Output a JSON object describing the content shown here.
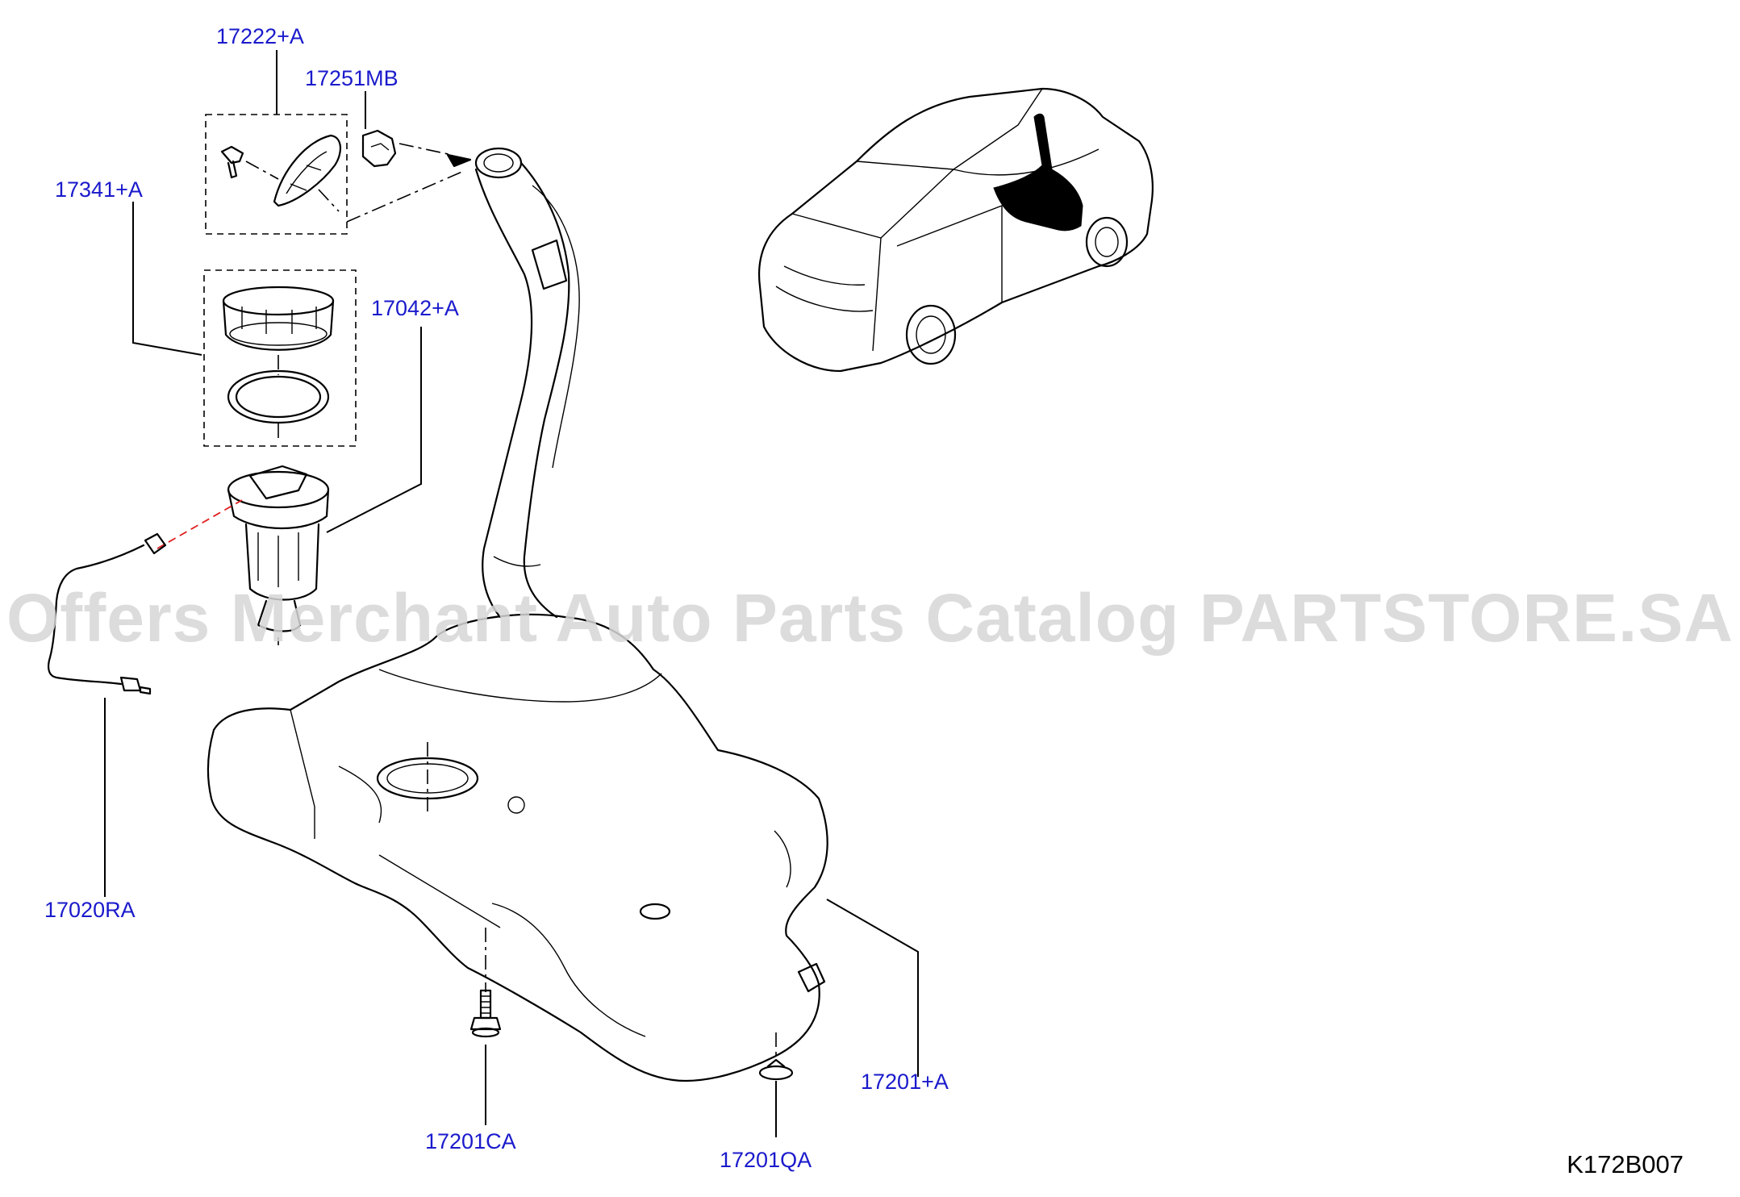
{
  "parts": [
    {
      "id": "p1",
      "label": "17222+A"
    },
    {
      "id": "p2",
      "label": "17251MB"
    },
    {
      "id": "p3",
      "label": "17341+A"
    },
    {
      "id": "p4",
      "label": "17042+A"
    },
    {
      "id": "p5",
      "label": "17020RA"
    },
    {
      "id": "p6",
      "label": "17201+A"
    },
    {
      "id": "p7",
      "label": "17201CA"
    },
    {
      "id": "p8",
      "label": "17201QA"
    }
  ],
  "watermark": "Offers Merchant Auto Parts Catalog PARTSTORE.SA",
  "diagram_code": "K172B007",
  "colors": {
    "label": "#1a1acc",
    "line": "#000000",
    "watermark": "#d6d6d6",
    "connector": "#e02020"
  }
}
